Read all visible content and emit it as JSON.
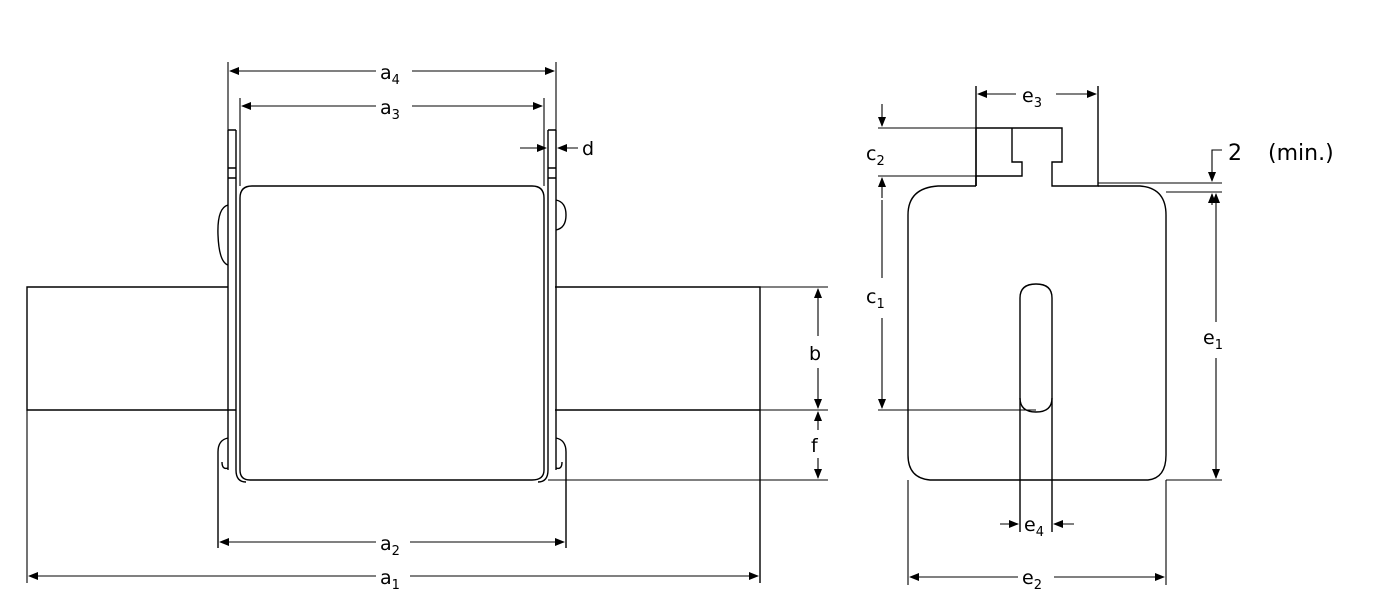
{
  "labels": {
    "a1": {
      "main": "a",
      "sub": "1"
    },
    "a2": {
      "main": "a",
      "sub": "2"
    },
    "a3": {
      "main": "a",
      "sub": "3"
    },
    "a4": {
      "main": "a",
      "sub": "4"
    },
    "b": {
      "main": "b"
    },
    "f": {
      "main": "f"
    },
    "d": {
      "main": "d"
    },
    "c1": {
      "main": "c",
      "sub": "1"
    },
    "c2": {
      "main": "c",
      "sub": "2"
    },
    "e1": {
      "main": "e",
      "sub": "1"
    },
    "e2": {
      "main": "e",
      "sub": "2"
    },
    "e3": {
      "main": "e",
      "sub": "3"
    },
    "e4": {
      "main": "e",
      "sub": "4"
    }
  },
  "min_note": {
    "value": "2",
    "text": "(min.)"
  }
}
